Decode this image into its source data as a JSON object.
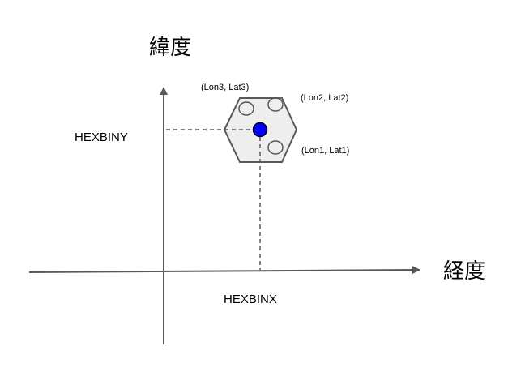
{
  "labels": {
    "y_axis": "緯度",
    "x_axis": "経度",
    "hexbin_y": "HEXBINY",
    "hexbin_x": "HEXBINX",
    "point1": "(Lon1, Lat1)",
    "point2": "(Lon2, Lat2)",
    "point3": "(Lon3, Lat3)"
  },
  "colors": {
    "axis": "#595959",
    "hex_fill": "#eeeeee",
    "center": "#0000ff"
  }
}
